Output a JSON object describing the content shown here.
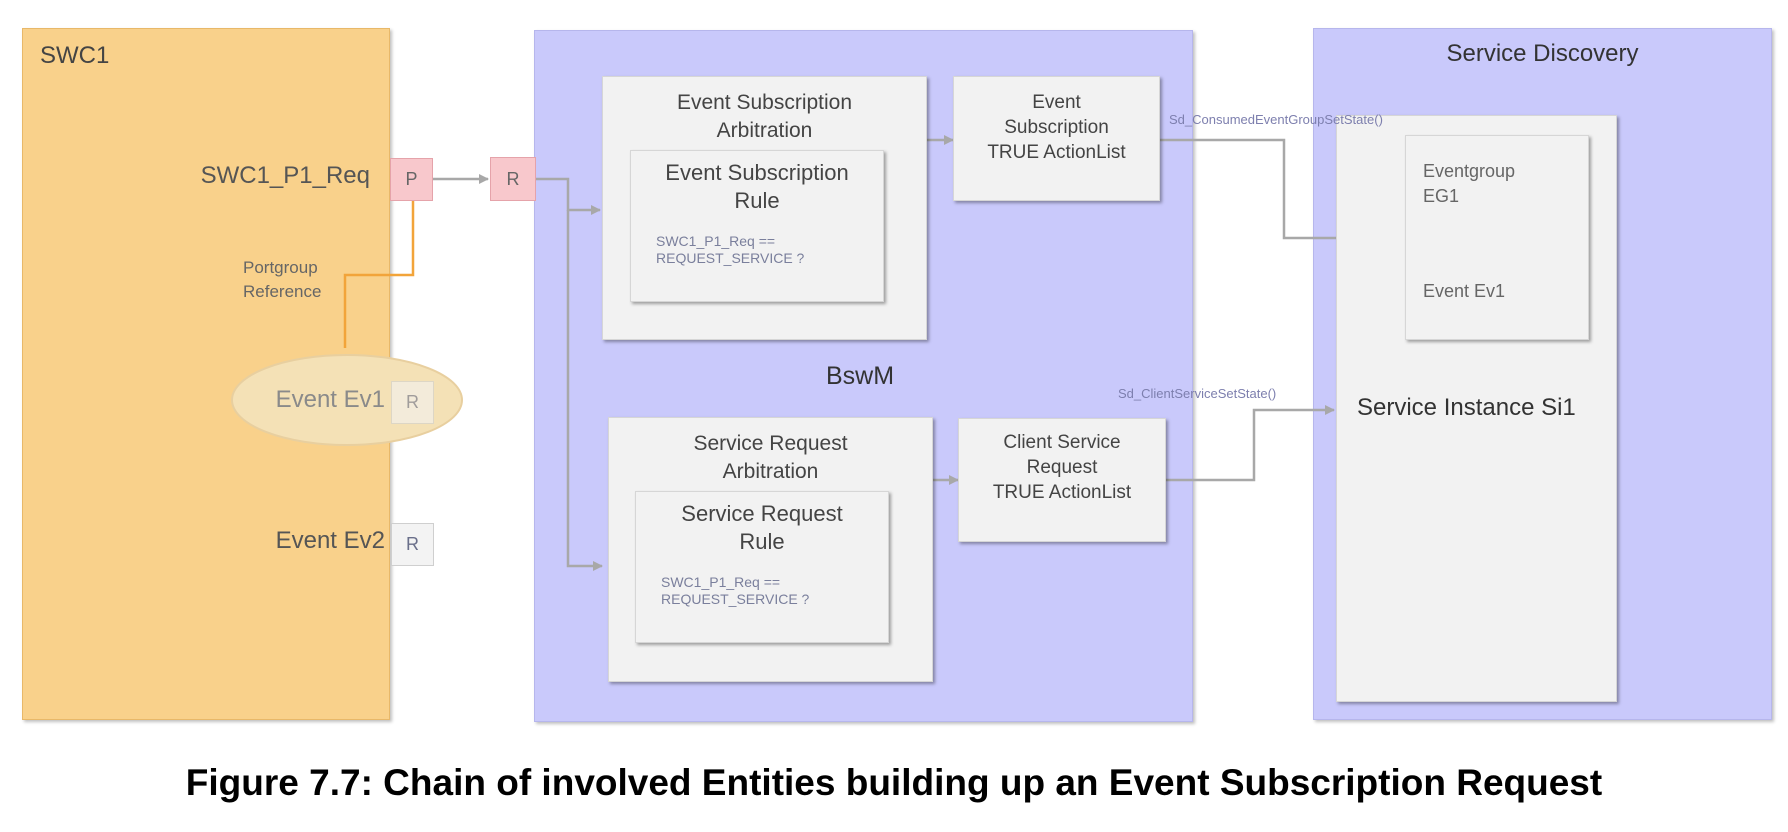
{
  "swc": {
    "title": "SWC1",
    "port_label": "SWC1_P1_Req",
    "port_p": "P",
    "portgroup_label": "Portgroup\nReference",
    "event1_label": "Event Ev1",
    "event1_port": "R",
    "event2_label": "Event Ev2",
    "event2_port": "R"
  },
  "bswm": {
    "title": "BswM",
    "port_r": "R",
    "event_arbitration": {
      "title": "Event Subscription\nArbitration",
      "rule_title": "Event Subscription\nRule",
      "condition": "SWC1_P1_Req ==\nREQUEST_SERVICE ?"
    },
    "event_actionlist": "Event\nSubscription\nTRUE ActionList",
    "service_arbitration": {
      "title": "Service Request\nArbitration",
      "rule_title": "Service Request\nRule",
      "condition": "SWC1_P1_Req ==\nREQUEST_SERVICE ?"
    },
    "client_actionlist": "Client Service\nRequest\nTRUE ActionList"
  },
  "sd": {
    "title": "Service Discovery",
    "instance_label": "Service Instance Si1",
    "eventgroup_label": "Eventgroup\nEG1",
    "event_label": "Event Ev1",
    "fn_eventgroup": "Sd_ConsumedEventGroupSetState()",
    "fn_client": "Sd_ClientServiceSetState()"
  },
  "caption": "Figure 7.7: Chain of involved Entities building up an Event Subscription Request"
}
